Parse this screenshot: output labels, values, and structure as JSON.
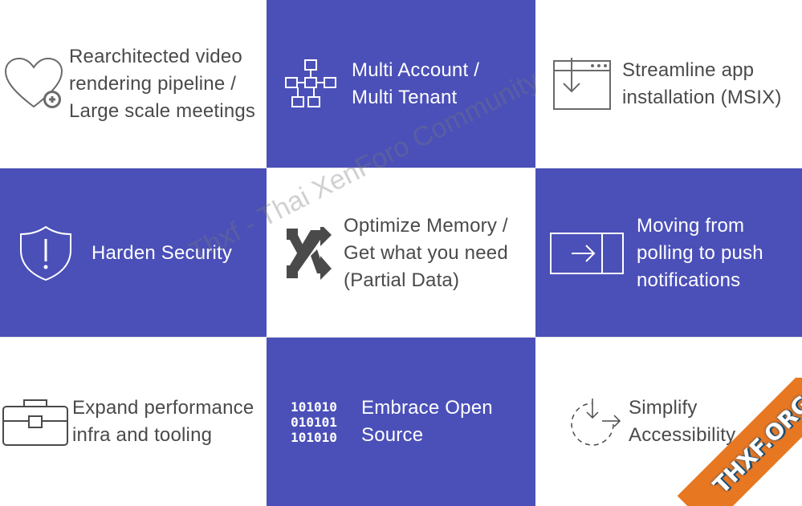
{
  "tiles": [
    {
      "id": "video",
      "label": "Rearchitected video\nrendering pipeline /\nLarge scale meetings",
      "icon": "heart-plus-icon"
    },
    {
      "id": "multi-account",
      "label": "Multi Account /\nMulti Tenant",
      "icon": "org-chart-icon"
    },
    {
      "id": "msix",
      "label": "Streamline app\ninstallation (MSIX)",
      "icon": "install-window-icon"
    },
    {
      "id": "security",
      "label": "Harden Security",
      "icon": "shield-alert-icon"
    },
    {
      "id": "memory",
      "label": "Optimize Memory /\nGet what you need\n(Partial Data)",
      "icon": "shuffle-arrows-icon"
    },
    {
      "id": "push",
      "label": "Moving from\npolling to push\nnotifications",
      "icon": "arrow-panel-icon"
    },
    {
      "id": "perf",
      "label": "Expand performance\ninfra and tooling",
      "icon": "toolbox-icon"
    },
    {
      "id": "opensource",
      "label": "Embrace Open\nSource",
      "icon": "binary-code-icon",
      "binary": [
        "101010",
        "010101",
        "101010"
      ]
    },
    {
      "id": "accessibility",
      "label": "Simplify\nAccessibility",
      "icon": "timer-arrow-icon"
    }
  ],
  "watermark": "Thxf - Thai XenForo Community",
  "badge": {
    "text": "THXF.ORG"
  },
  "colors": {
    "blue": "#4b50b8",
    "text_dark": "#4a4a4a",
    "badge_orange": "#e87722",
    "badge_navy": "#1c4f73"
  }
}
